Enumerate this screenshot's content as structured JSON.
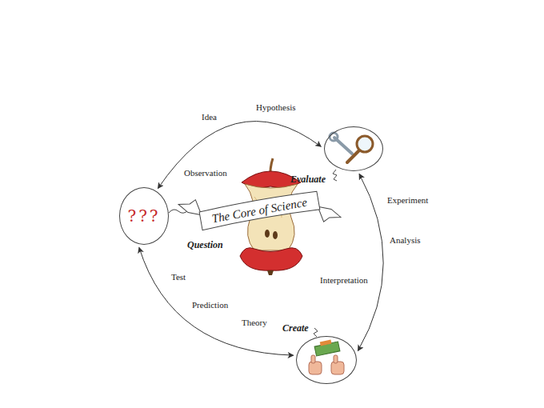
{
  "diagram": {
    "nodes": [
      {
        "text": [
          "???",
          "Question"
        ]
      },
      {
        "text": [
          "Evaluate"
        ]
      },
      {
        "text": [
          "The Core of Science"
        ]
      },
      {
        "text": [
          "Create"
        ]
      }
    ],
    "edges": [
      {
        "from": 0,
        "to": 1,
        "arrow": "both"
      },
      {
        "from": 1,
        "to": 3,
        "arrow": "both"
      },
      {
        "from": 0,
        "to": 3,
        "arrow": "both"
      }
    ],
    "labels": [
      "Idea",
      "Hypothesis",
      "Observation",
      "Experiment",
      "Analysis",
      "Interpretation",
      "Test",
      "Prediction",
      "Theory"
    ]
  }
}
